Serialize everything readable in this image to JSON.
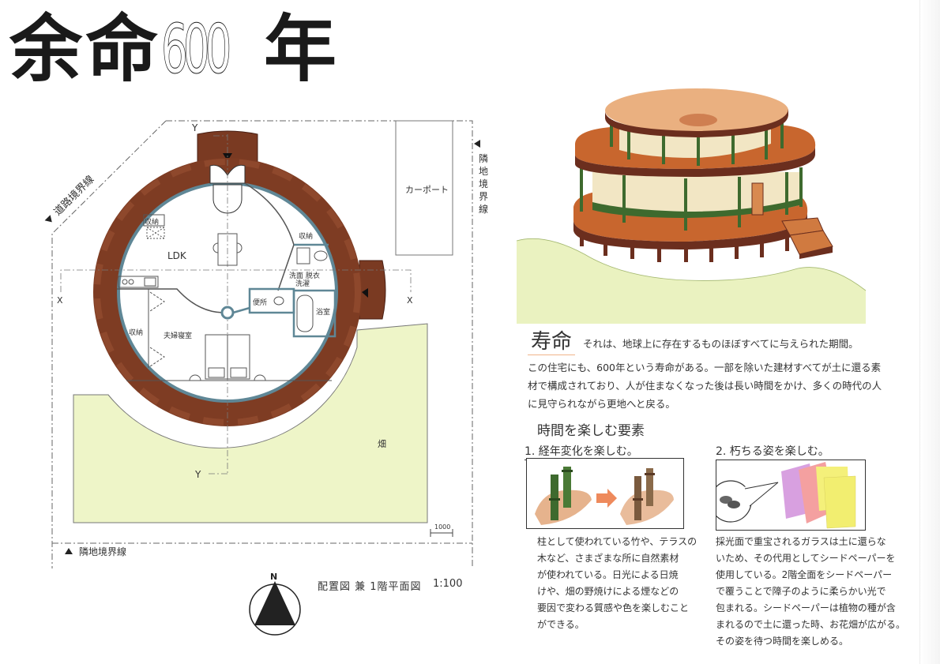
{
  "title": {
    "part1": "余命",
    "number": "600",
    "part2": "年"
  },
  "site_plan": {
    "labels": {
      "road_boundary": "道路境界線",
      "neighbor_boundary_right": "隣地境界線",
      "neighbor_boundary_bottom": "隣地境界線",
      "carport": "カーポート",
      "field": "畑",
      "ldk": "LDK",
      "storage_top_left": "収納",
      "storage_right": "収納",
      "washroom": "洗面 脱衣",
      "laundry": "洗濯",
      "toilet": "便所",
      "bathroom": "浴室",
      "storage_bedroom": "収納",
      "master_bedroom": "夫婦寝室",
      "section_x": "X",
      "section_y": "Y",
      "scale_bar": "1000"
    },
    "colors": {
      "wall": "#7a3a22",
      "wall_light": "#9a5234",
      "inner_wall": "#5f8796",
      "field": "#eef5c8",
      "line": "#555555"
    }
  },
  "caption": {
    "drawing_title": "配置図 兼 1階平面図",
    "scale": "1:100",
    "north": "N"
  },
  "perspective": {
    "colors": {
      "roof": "#e8a878",
      "deck": "#c8662e",
      "deck_edge": "#6b2e1e",
      "wall": "#f2e6c4",
      "pillar": "#3e6a2e",
      "ground": "#e6f0b6"
    }
  },
  "lifespan": {
    "heading": "寿命",
    "lead": "それは、地球上に存在するものほぼすべてに与えられた期間。",
    "body_lines": [
      "この住宅にも、600年という寿命がある。一部を除いた建材すべてが土に還る素",
      "材で構成されており、人が住まなくなった後は長い時間をかけ、多くの時代の人",
      "に見守られながら更地へと戻る。"
    ]
  },
  "elements": {
    "title": "時間を楽しむ要素",
    "item1": {
      "heading": "1. 経年変化を楽しむ。",
      "text_lines": [
        "柱として使われている竹や、テラスの",
        "木など、さまざまな所に自然素材",
        "が使われている。日光による日焼",
        "けや、畑の野焼けによる煙などの",
        "要因で変わる質感や色を楽しむこと",
        "ができる。"
      ]
    },
    "item2": {
      "heading": "2. 朽ちる姿を楽しむ。",
      "text_lines": [
        "採光面で重宝されるガラスは土に還らな",
        "いため、その代用としてシードペーパーを",
        "使用している。2階全面をシードペーパー",
        "で覆うことで障子のように柔らかい光で",
        "包まれる。シードペーパーは植物の種が含",
        "まれるので土に還った時、お花畑が広がる。",
        "その姿を待つ時間を楽しめる。"
      ]
    }
  }
}
